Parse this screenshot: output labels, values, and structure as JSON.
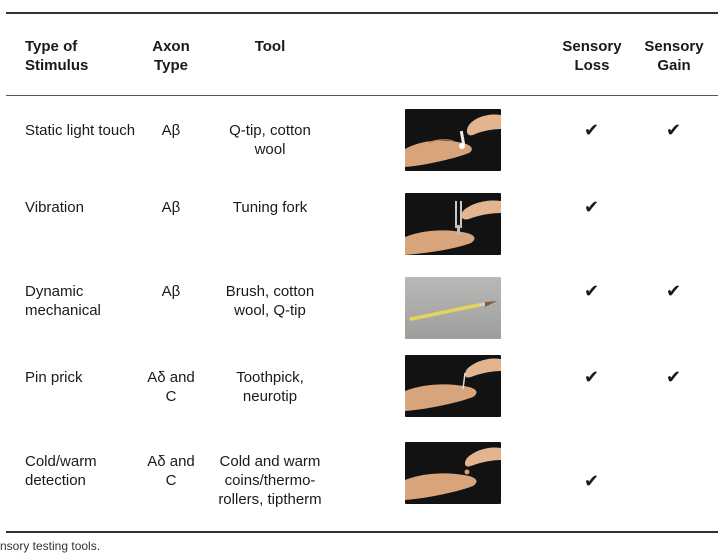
{
  "headers": {
    "stimulus": "Type of Stimulus",
    "axon": "Axon Type",
    "tool": "Tool",
    "loss": "Sensory Loss",
    "gain": "Sensory Gain"
  },
  "rows": [
    {
      "stimulus": "Static light touch",
      "axon": "Aβ",
      "tool": "Q-tip, cotton wool",
      "loss": "✔",
      "gain": "✔"
    },
    {
      "stimulus": "Vibration",
      "axon": "Aβ",
      "tool": "Tuning fork",
      "loss": "✔",
      "gain": ""
    },
    {
      "stimulus": "Dynamic mechanical",
      "axon": "Aβ",
      "tool": "Brush, cotton wool, Q-tip",
      "loss": "✔",
      "gain": "✔"
    },
    {
      "stimulus": "Pin prick",
      "axon": "Aδ and C",
      "tool": "Toothpick, neurotip",
      "loss": "✔",
      "gain": "✔"
    },
    {
      "stimulus": "Cold/warm detection",
      "axon": "Aδ and C",
      "tool": "Cold and warm coins/thermo-rollers, tiptherm",
      "loss": "✔",
      "gain": ""
    }
  ],
  "caption": "nsory testing tools."
}
